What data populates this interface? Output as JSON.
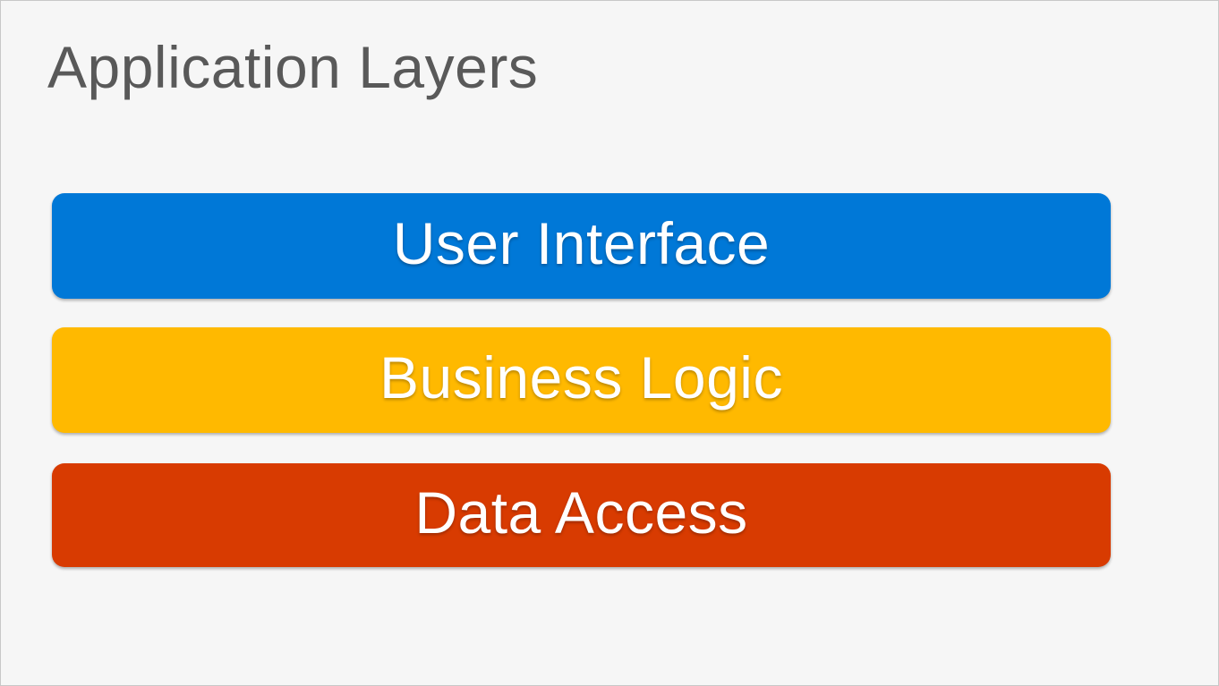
{
  "slide": {
    "title": "Application Layers",
    "title_color": "#595959",
    "background_color": "#f6f6f6",
    "frame_color": "#c8c8c8",
    "label_text_color": "#ffffff",
    "layers": [
      {
        "label": "User Interface",
        "color": "#0078D7"
      },
      {
        "label": "Business Logic",
        "color": "#FFB900"
      },
      {
        "label": "Data Access",
        "color": "#D83B01"
      }
    ]
  }
}
